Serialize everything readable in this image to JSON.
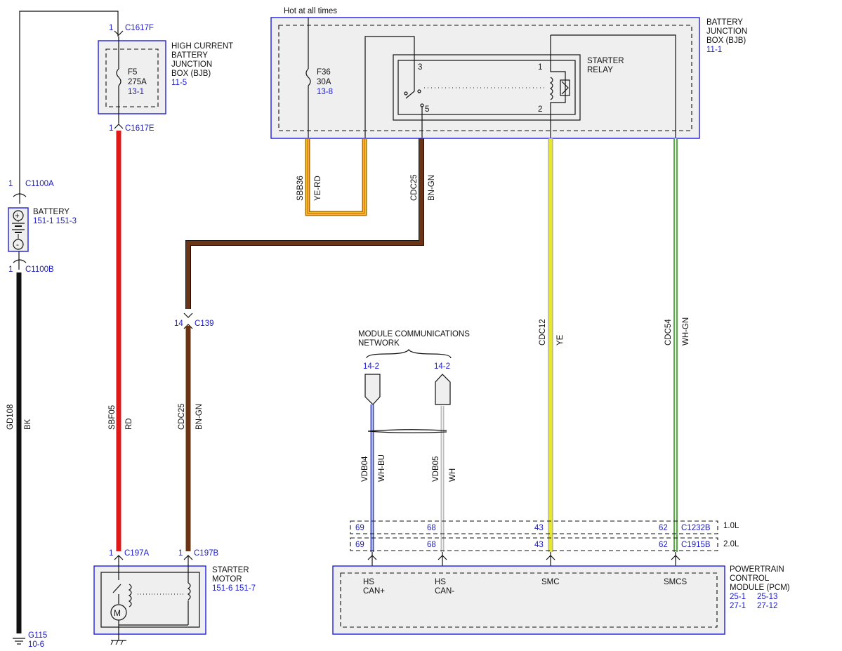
{
  "colors": {
    "red": "#e01a1a",
    "black": "#111111",
    "brown": "#6b3515",
    "yellow": "#e8e82a",
    "yellow_red": "#f0b020",
    "green": "#5aa84a",
    "blue_wire": "#4050c0",
    "white_wire": "#bdbdbd",
    "label_blue": "#1a1ad0",
    "module_fill": "#efefef",
    "module_border": "#1e1ee0"
  },
  "hot_at_all_times": "Hot at all times",
  "hcbjb": {
    "title": [
      "HIGH CURRENT",
      "BATTERY",
      "JUNCTION",
      "BOX (BJB)"
    ],
    "ref": "11-5",
    "fuse": {
      "name": "F5",
      "rating": "275A",
      "ref": "13-1"
    },
    "conn_top": {
      "pin": "1",
      "name": "C1617F"
    },
    "conn_bottom": {
      "pin": "1",
      "name": "C1617E"
    }
  },
  "battery": {
    "title": "BATTERY",
    "refs": "151-1   151-3",
    "plus": "+",
    "minus": "-",
    "conn_top": {
      "pin": "1",
      "name": "C1100A"
    },
    "conn_bottom": {
      "pin": "1",
      "name": "C1100B"
    }
  },
  "ground": {
    "name": "G115",
    "ref": "10-6"
  },
  "bjb": {
    "title": [
      "BATTERY",
      "JUNCTION",
      "BOX (BJB)"
    ],
    "ref": "11-1",
    "fuse": {
      "name": "F36",
      "rating": "30A",
      "ref": "13-8"
    },
    "relay": {
      "title": [
        "STARTER",
        "RELAY"
      ],
      "pins": [
        "3",
        "1",
        "5",
        "2"
      ]
    }
  },
  "starter_motor": {
    "title": [
      "STARTER",
      "MOTOR"
    ],
    "refs": "151-6   151-7",
    "conn_a": {
      "pin": "1",
      "name": "C197A"
    },
    "conn_b": {
      "pin": "1",
      "name": "C197B"
    }
  },
  "c139": {
    "pin": "14",
    "name": "C139"
  },
  "wires": {
    "gd108": {
      "circuit": "GD108",
      "color": "BK"
    },
    "sbf05": {
      "circuit": "SBF05",
      "color": "RD"
    },
    "cdc25_lower": {
      "circuit": "CDC25",
      "color": "BN-GN"
    },
    "cdc25_upper": {
      "circuit": "CDC25",
      "color": "BN-GN"
    },
    "sbb36": {
      "circuit": "SBB36",
      "color": "YE-RD"
    },
    "cdc12": {
      "circuit": "CDC12",
      "color": "YE"
    },
    "cdc54": {
      "circuit": "CDC54",
      "color": "WH-GN"
    },
    "vdb04": {
      "circuit": "VDB04",
      "color": "WH-BU"
    },
    "vdb05": {
      "circuit": "VDB05",
      "color": "WH"
    }
  },
  "network": {
    "title": [
      "MODULE COMMUNICATIONS",
      "NETWORK"
    ],
    "ref_left": "14-2",
    "ref_right": "14-2"
  },
  "pcm": {
    "title": [
      "POWERTRAIN",
      "CONTROL",
      "MODULE (PCM)"
    ],
    "refs": [
      "25-1",
      "25-13",
      "27-1",
      "27-12"
    ],
    "conn_1": {
      "name": "C1232B",
      "engine": "1.0L",
      "pins": [
        "69",
        "68",
        "43",
        "62"
      ]
    },
    "conn_2": {
      "name": "C1915B",
      "engine": "2.0L",
      "pins": [
        "69",
        "68",
        "43",
        "62"
      ]
    },
    "pin_labels": {
      "hs_can_plus": [
        "HS",
        "CAN+"
      ],
      "hs_can_minus": [
        "HS",
        "CAN-"
      ],
      "smc": "SMC",
      "smcs": "SMCS"
    }
  }
}
